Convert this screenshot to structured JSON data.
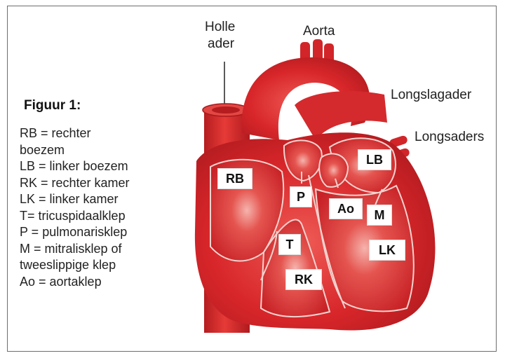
{
  "figure": {
    "title": "Figuur 1:",
    "legend": [
      "RB = rechter",
      "boezem",
      "LB = linker boezem",
      "RK = rechter kamer",
      "LK = linker kamer",
      "T= tricuspidaalklep",
      "P = pulmonarisklep",
      "M = mitralisklep of",
      "tweeslippige klep",
      "Ao = aortaklep"
    ]
  },
  "external_labels": {
    "holle_ader_1": "Holle",
    "holle_ader_2": "ader",
    "aorta": "Aorta",
    "longslagader": "Longslagader",
    "longsaders": "Longsaders"
  },
  "tags": {
    "rb": "RB",
    "lb": "LB",
    "p": "P",
    "ao": "Ao",
    "m": "M",
    "t": "T",
    "rk": "RK",
    "lk": "LK"
  },
  "colors": {
    "heart_red": "#d8262a",
    "heart_dark": "#a3181c",
    "heart_light": "#f3a09a",
    "border": "#6d6d6d"
  }
}
